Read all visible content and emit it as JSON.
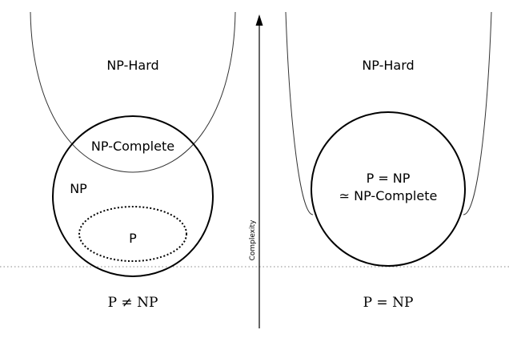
{
  "left_panel": {
    "np_hard_label": "NP-Hard",
    "np_complete_label": "NP-Complete",
    "np_label": "NP",
    "p_label": "P",
    "caption": "P ≠ NP"
  },
  "right_panel": {
    "np_hard_label": "NP-Hard",
    "equality_line1": "P = NP",
    "equality_line2": "≃ NP-Complete",
    "caption": "P = NP"
  },
  "axis": {
    "label": "Complexity"
  },
  "colors": {
    "stroke": "#000000",
    "thin_stroke": "#333333",
    "baseline": "#888888"
  }
}
